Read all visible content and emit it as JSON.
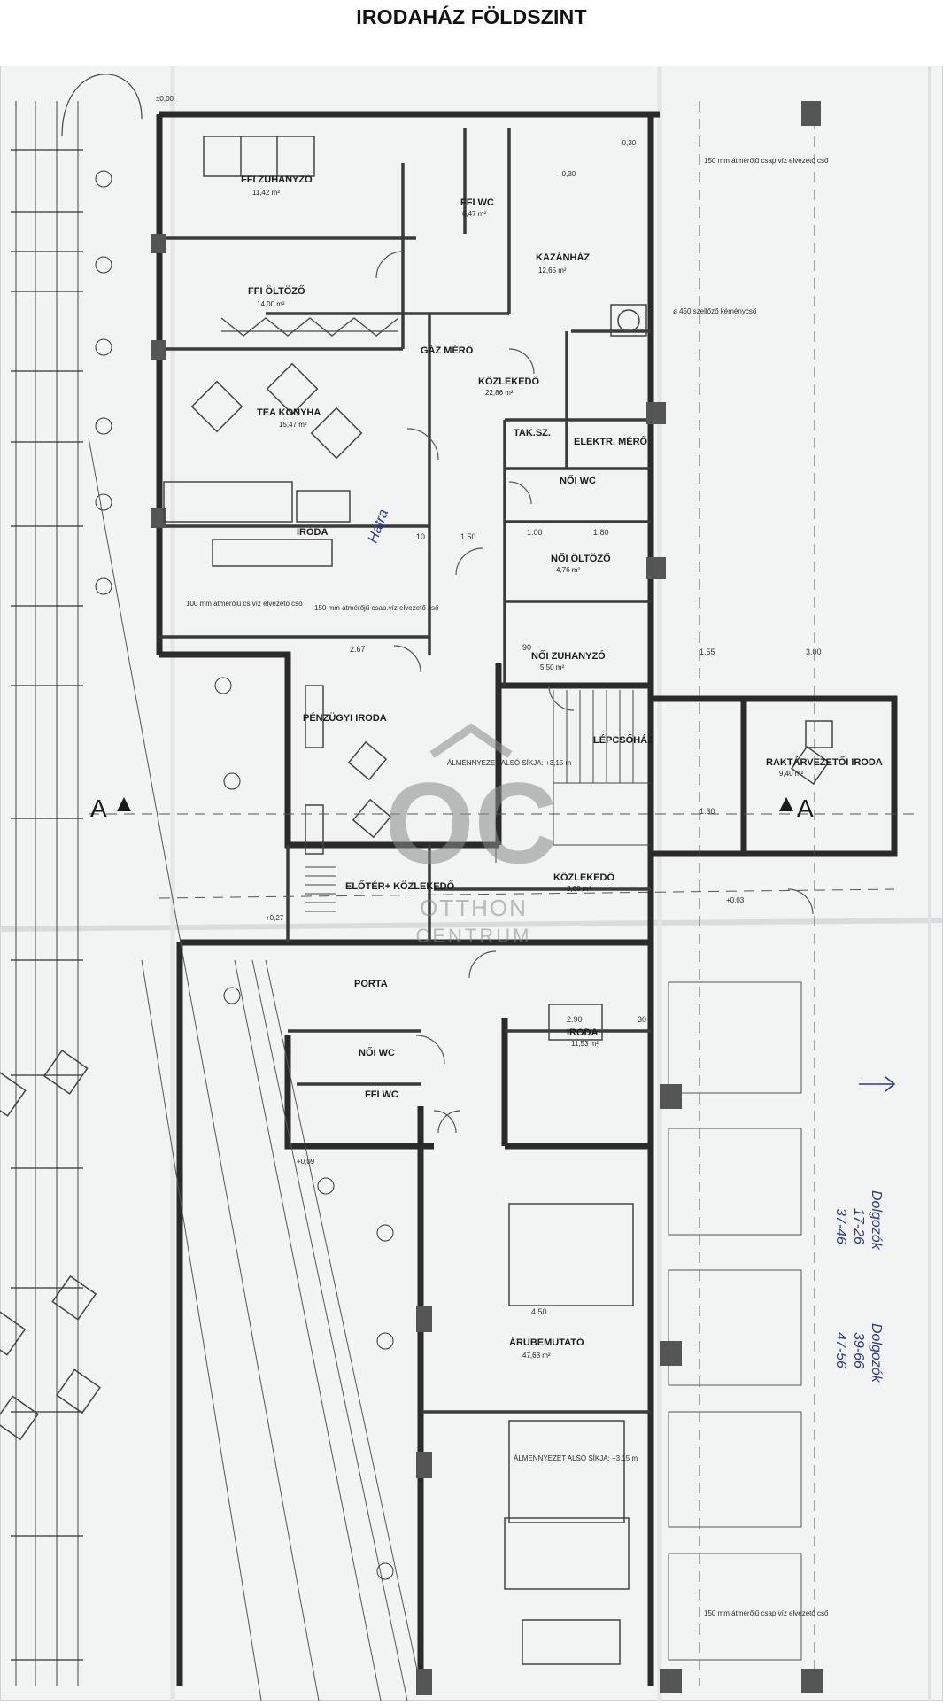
{
  "header": {
    "title": "IRODAHÁZ FÖLDSZINT"
  },
  "watermark": {
    "letters": "OC",
    "line1": "OTTHON",
    "line2": "CENTRUM",
    "color": "#8a8a8a"
  },
  "section_marks": {
    "left": "A",
    "right": "A"
  },
  "rooms": [
    {
      "id": "ffi-zuhanyzo",
      "name": "FFI ZUHANYZÓ",
      "area": "11,42 m²"
    },
    {
      "id": "ffi-wc",
      "name": "FFI WC",
      "area": "6,47 m²"
    },
    {
      "id": "kazanhaz",
      "name": "KAZÁNHÁZ",
      "area": "12,65 m²"
    },
    {
      "id": "ffi-oltozo",
      "name": "FFI ÖLTÖZŐ",
      "area": "14,00 m²"
    },
    {
      "id": "gaz-mero",
      "name": "GÁZ MÉRŐ",
      "area": ""
    },
    {
      "id": "kozlekedo-1",
      "name": "KÖZLEKEDŐ",
      "area": "22,86 m²"
    },
    {
      "id": "tea-konyha",
      "name": "TEA KONYHA",
      "area": "15,47 m²"
    },
    {
      "id": "takaritoszer",
      "name": "TAK.SZ.",
      "area": ""
    },
    {
      "id": "elektr-mero",
      "name": "ELEKTR. MÉRŐ",
      "area": ""
    },
    {
      "id": "noi-wc-1",
      "name": "NŐI WC",
      "area": ""
    },
    {
      "id": "iroda-1",
      "name": "IRODA",
      "area": ""
    },
    {
      "id": "noi-oltozo",
      "name": "NŐI ÖLTÖZŐ",
      "area": "4,76 m²"
    },
    {
      "id": "noi-zuhanyzo",
      "name": "NŐI ZUHANYZÓ",
      "area": "5,50 m²"
    },
    {
      "id": "penzugyi-iroda",
      "name": "PÉNZÜGYI IRODA",
      "area": ""
    },
    {
      "id": "lepcsohaz",
      "name": "LÉPCSŐHÁZ",
      "area": ""
    },
    {
      "id": "raktarvezetoi-iroda",
      "name": "RAKTÁRVEZETŐI IRODA",
      "area": "9,40 m²"
    },
    {
      "id": "eloter-kozlekedo",
      "name": "ELŐTÉR+ KÖZLEKEDŐ",
      "area": ""
    },
    {
      "id": "kozlekedo-2",
      "name": "KÖZLEKEDŐ",
      "area": "3,68 m²"
    },
    {
      "id": "porta",
      "name": "PORTA",
      "area": ""
    },
    {
      "id": "iroda-2",
      "name": "IRODA",
      "area": "11,53 m²"
    },
    {
      "id": "noi-wc-2",
      "name": "NŐI WC",
      "area": ""
    },
    {
      "id": "ffi-wc-2",
      "name": "FFI WC",
      "area": ""
    },
    {
      "id": "arubemutato",
      "name": "ÁRUBEMUTATÓ",
      "area": "47,68 m²"
    }
  ],
  "notes": {
    "pipe_top": "150 mm átmérőjű csap.víz elvezető cső",
    "pipe_mid": "100 mm átmérőjű cs.víz elvezető cső",
    "pipe_iroda": "150 mm átmérőjű csap.víz elvezető cső",
    "pipe_bottom": "150 mm átmérőjű csap.víz elvezető cső",
    "chimney": "ø 450 szellőző kéménycső",
    "basement_1": "ÁLMENNYEZET ALSÓ SÍKJA: +3,15 m",
    "basement_2": "ÁLMENNYEZET ALSÓ SÍKJA: +3,15 m",
    "level_zero": "±0,00",
    "level_a": "+0,30",
    "level_b": "+0,27",
    "level_c": "+0,03",
    "level_d": "+0,09",
    "level_e": "-0,30"
  },
  "dimensions": {
    "d1": "1.50",
    "d2": "2.67",
    "d3": "1.80",
    "d4": "1.55",
    "d5": "3.00",
    "d6": "2.90",
    "d7": "4.50",
    "d8": "1.30",
    "d9": "1.00",
    "d10": "30",
    "d11": "10",
    "d12": "90"
  },
  "handwriting": {
    "h1": "Hátra",
    "h2": "Dolgozók",
    "h3": "17-26",
    "h4": "37-46",
    "h5": "Dolgozók",
    "h6": "39-66",
    "h7": "47-56"
  }
}
